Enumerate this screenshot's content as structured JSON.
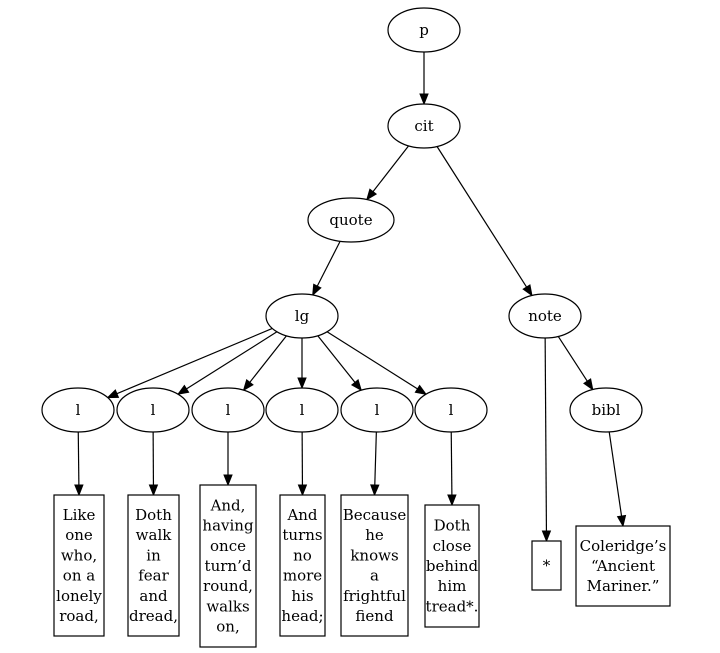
{
  "diagram": {
    "nodes": [
      {
        "id": "p",
        "label": "p",
        "shape": "ellipse"
      },
      {
        "id": "cit",
        "label": "cit",
        "shape": "ellipse"
      },
      {
        "id": "quote",
        "label": "quote",
        "shape": "ellipse"
      },
      {
        "id": "lg",
        "label": "lg",
        "shape": "ellipse"
      },
      {
        "id": "note",
        "label": "note",
        "shape": "ellipse"
      },
      {
        "id": "l1",
        "label": "l",
        "shape": "ellipse"
      },
      {
        "id": "l2",
        "label": "l",
        "shape": "ellipse"
      },
      {
        "id": "l3",
        "label": "l",
        "shape": "ellipse"
      },
      {
        "id": "l4",
        "label": "l",
        "shape": "ellipse"
      },
      {
        "id": "l5",
        "label": "l",
        "shape": "ellipse"
      },
      {
        "id": "l6",
        "label": "l",
        "shape": "ellipse"
      },
      {
        "id": "bibl",
        "label": "bibl",
        "shape": "ellipse"
      },
      {
        "id": "t1",
        "label": [
          "Like",
          "one",
          "who,",
          "on a",
          "lonely",
          "road,"
        ],
        "shape": "box"
      },
      {
        "id": "t2",
        "label": [
          "Doth",
          "walk",
          "in",
          "fear",
          "and",
          "dread,"
        ],
        "shape": "box"
      },
      {
        "id": "t3",
        "label": [
          "And,",
          "having",
          "once",
          "turn’d",
          "round,",
          "walks",
          "on,"
        ],
        "shape": "box"
      },
      {
        "id": "t4",
        "label": [
          "And",
          "turns",
          "no",
          "more",
          "his",
          "head;"
        ],
        "shape": "box"
      },
      {
        "id": "t5",
        "label": [
          "Because",
          "he",
          "knows",
          "a",
          "frightful",
          "fiend"
        ],
        "shape": "box"
      },
      {
        "id": "t6",
        "label": [
          "Doth",
          "close",
          "behind",
          "him",
          "tread*."
        ],
        "shape": "box"
      },
      {
        "id": "t7",
        "label": [
          "*"
        ],
        "shape": "box"
      },
      {
        "id": "t8",
        "label": [
          "Coleridge’s",
          "“Ancient",
          "Mariner.”"
        ],
        "shape": "box"
      }
    ],
    "edges": [
      {
        "from": "p",
        "to": "cit"
      },
      {
        "from": "cit",
        "to": "quote"
      },
      {
        "from": "cit",
        "to": "note"
      },
      {
        "from": "quote",
        "to": "lg"
      },
      {
        "from": "lg",
        "to": "l1"
      },
      {
        "from": "lg",
        "to": "l2"
      },
      {
        "from": "lg",
        "to": "l3"
      },
      {
        "from": "lg",
        "to": "l4"
      },
      {
        "from": "lg",
        "to": "l5"
      },
      {
        "from": "lg",
        "to": "l6"
      },
      {
        "from": "l1",
        "to": "t1"
      },
      {
        "from": "l2",
        "to": "t2"
      },
      {
        "from": "l3",
        "to": "t3"
      },
      {
        "from": "l4",
        "to": "t4"
      },
      {
        "from": "l5",
        "to": "t5"
      },
      {
        "from": "l6",
        "to": "t6"
      },
      {
        "from": "note",
        "to": "t7"
      },
      {
        "from": "note",
        "to": "bibl"
      },
      {
        "from": "bibl",
        "to": "t8"
      }
    ]
  }
}
